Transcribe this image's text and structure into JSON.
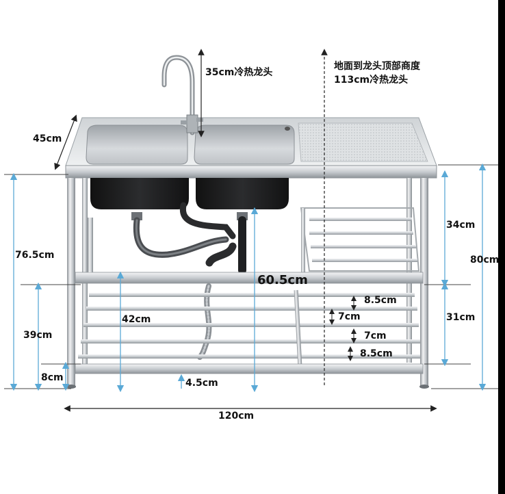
{
  "labels": {
    "faucet_height": "35cm冷热龙头",
    "floor_to_faucet_line1": "地面到龙头顶部商度",
    "floor_to_faucet_line2": "113cm冷热龙头",
    "depth": "45cm",
    "left_height": "76.5cm",
    "left_lower": "39cm",
    "left_foot": "8cm",
    "mid_lower": "42cm",
    "bottom_gap": "4.5cm",
    "mid_width": "60.5cm",
    "shelf_gap_1": "8.5cm",
    "shelf_gap_2": "7cm",
    "shelf_gap_3": "7cm",
    "shelf_gap_4": "8.5cm",
    "right_upper": "34cm",
    "right_lower": "31cm",
    "right_total": "80cm",
    "total_width": "120cm"
  },
  "colors": {
    "steel_light": "#e6e8ea",
    "steel_mid": "#b7bcc1",
    "steel_dark": "#7d8388",
    "basin_black": "#1e1e1f",
    "dimension_line": "#5aa9d6",
    "arrow_dark": "#222222"
  }
}
